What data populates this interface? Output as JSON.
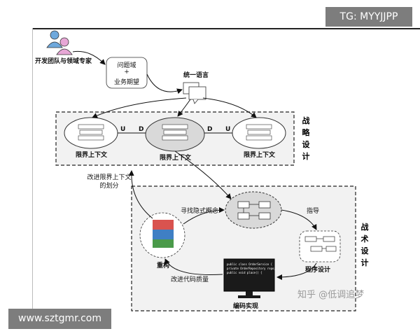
{
  "watermarks": {
    "top_right": "TG: MYYJJPP",
    "bottom_left": "www.sztgmr.com",
    "zhihu": "知乎 @低调追梦"
  },
  "nodes": {
    "team": "开发团队与领域专家",
    "problem_line1": "问题域",
    "problem_plus": "+",
    "problem_line2": "业务期望",
    "language": "统一语言",
    "context_left": "限界上下文",
    "context_center": "限界上下文",
    "context_right": "限界上下文",
    "refactor": "重构",
    "coding": "编码实现",
    "program_design": "程序设计"
  },
  "code_lines": [
    "public class OrderService {",
    "  private OrderRepository repo;",
    "  public void place() {"
  ],
  "relations": {
    "u_left": "U",
    "d_left": "D",
    "d_right": "D",
    "u_right": "U"
  },
  "edges": {
    "improve_line1": "改进限界上下文",
    "improve_line2": "的划分",
    "find_concepts": "寻找隐式概念",
    "guide": "指导",
    "improve_code": "改进代码质量"
  },
  "groups": {
    "strategic": [
      "战",
      "略",
      "设",
      "计"
    ],
    "tactical": [
      "战",
      "术",
      "设",
      "计"
    ]
  },
  "colors": {
    "refactor_red": "#d9534f",
    "refactor_blue": "#3f7fc4",
    "refactor_green": "#4a9a4a",
    "person_blue": "#6ea8dc",
    "person_pink": "#e7a7d6",
    "dashed_group_fill": "#f2f2f2",
    "ellipse_fill": "#d9d9d9"
  }
}
